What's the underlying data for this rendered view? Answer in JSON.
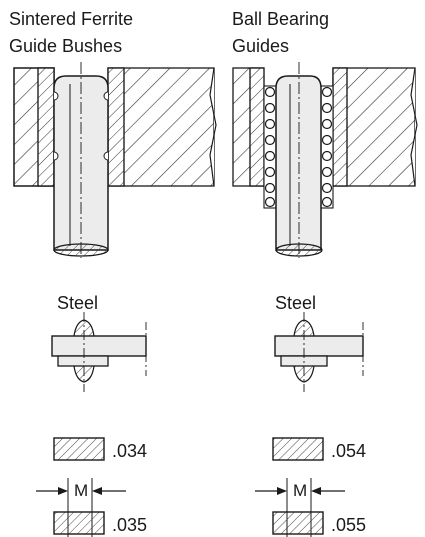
{
  "left_column": {
    "title_line1": "Sintered Ferrite",
    "title_line2": "Guide Bushes",
    "material_label": "Steel",
    "small_plate_value": ".034",
    "dim_label": "M",
    "bottom_plate_value": ".035"
  },
  "right_column": {
    "title_line1": "Ball Bearing",
    "title_line2": "Guides",
    "material_label": "Steel",
    "small_plate_value": ".054",
    "dim_label": "M",
    "bottom_plate_value": ".055"
  },
  "colors": {
    "line": "#1a1a1a",
    "fill": "#e8e8e8",
    "hatch": "#333333"
  }
}
